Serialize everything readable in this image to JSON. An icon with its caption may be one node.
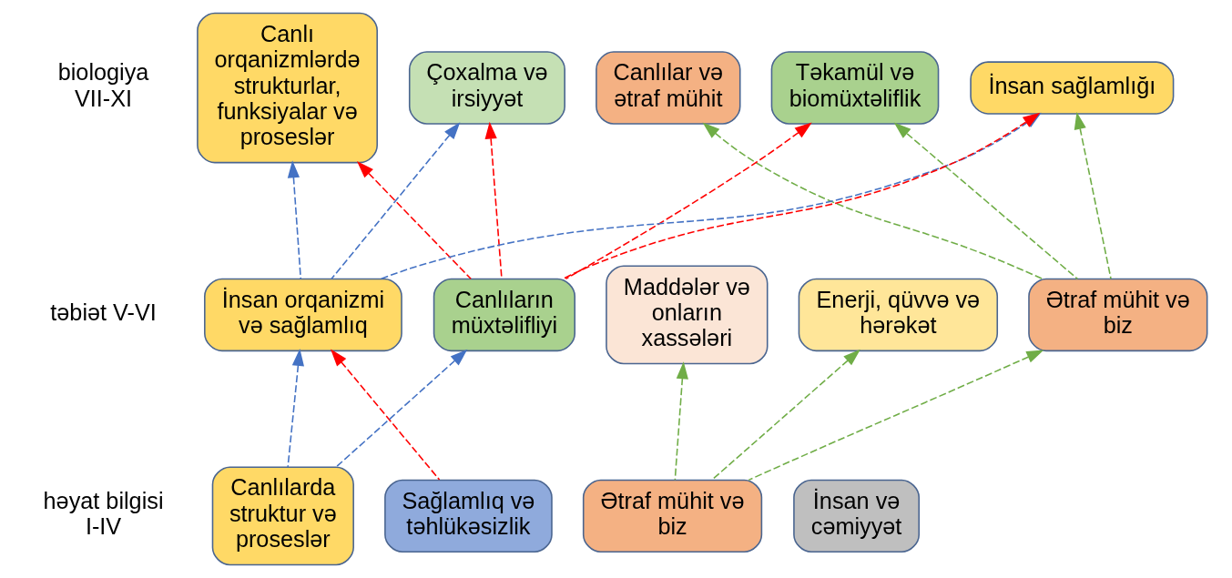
{
  "diagram": {
    "nodes": [
      {
        "text": [
          "Canlı orqanizmlərdə strukturlar, funksiyalar və proseslər"
        ]
      },
      {
        "text": [
          "Çoxalma və irsiyyət"
        ]
      },
      {
        "text": [
          "Canlılar və ətraf mühit"
        ]
      },
      {
        "text": [
          "Təkamül və biomüxtəliflik"
        ]
      },
      {
        "text": [
          "İnsan sağlamlığı"
        ]
      },
      {
        "text": [
          "İnsan orqanizmi və sağlamlıq"
        ]
      },
      {
        "text": [
          "Canlıların müxtəlifliyi"
        ]
      },
      {
        "text": [
          "Maddələr və onların xassələri"
        ]
      },
      {
        "text": [
          "Enerji, qüvvə və hərəkət"
        ]
      },
      {
        "text": [
          "Ətraf mühit və biz"
        ]
      },
      {
        "text": [
          "Canlılarda struktur və proseslər"
        ]
      },
      {
        "text": [
          "Sağlamlıq və təhlükəsizlik"
        ]
      },
      {
        "text": [
          "Ətraf mühit və biz"
        ]
      },
      {
        "text": [
          "İnsan və cəmiyyət"
        ]
      }
    ],
    "edges": [
      {
        "from": 5,
        "to": 0,
        "arrow": "to",
        "style": "dashed",
        "color": "#4472c4"
      },
      {
        "from": 6,
        "to": 0,
        "arrow": "to",
        "style": "dashed",
        "color": "#ff0000"
      },
      {
        "from": 5,
        "to": 1,
        "arrow": "to",
        "style": "dashed",
        "color": "#4472c4"
      },
      {
        "from": 6,
        "to": 1,
        "arrow": "to",
        "style": "dashed",
        "color": "#ff0000"
      },
      {
        "from": 9,
        "to": 2,
        "arrow": "to",
        "style": "dashed",
        "color": "#70ad47"
      },
      {
        "from": 6,
        "to": 3,
        "arrow": "to",
        "style": "dashed",
        "color": "#ff0000"
      },
      {
        "from": 9,
        "to": 3,
        "arrow": "to",
        "style": "dashed",
        "color": "#70ad47"
      },
      {
        "from": 5,
        "to": 4,
        "arrow": "to",
        "style": "dashed",
        "color": "#4472c4"
      },
      {
        "from": 6,
        "to": 4,
        "arrow": "to",
        "style": "dashed",
        "color": "#ff0000"
      },
      {
        "from": 9,
        "to": 4,
        "arrow": "to",
        "style": "dashed",
        "color": "#70ad47"
      },
      {
        "from": 10,
        "to": 5,
        "arrow": "to",
        "style": "dashed",
        "color": "#4472c4"
      },
      {
        "from": 11,
        "to": 5,
        "arrow": "to",
        "style": "dashed",
        "color": "#ff0000"
      },
      {
        "from": 10,
        "to": 6,
        "arrow": "to",
        "style": "dashed",
        "color": "#4472c4"
      },
      {
        "from": 12,
        "to": 7,
        "arrow": "to",
        "style": "dashed",
        "color": "#70ad47"
      },
      {
        "from": 12,
        "to": 8,
        "arrow": "to",
        "style": "dashed",
        "color": "#70ad47"
      },
      {
        "from": 12,
        "to": 9,
        "arrow": "to",
        "style": "dashed",
        "color": "#70ad47"
      }
    ],
    "labels": [
      "biologiya VII-XI",
      "təbiət V-VI",
      "həyat bilgisi I-IV"
    ]
  }
}
